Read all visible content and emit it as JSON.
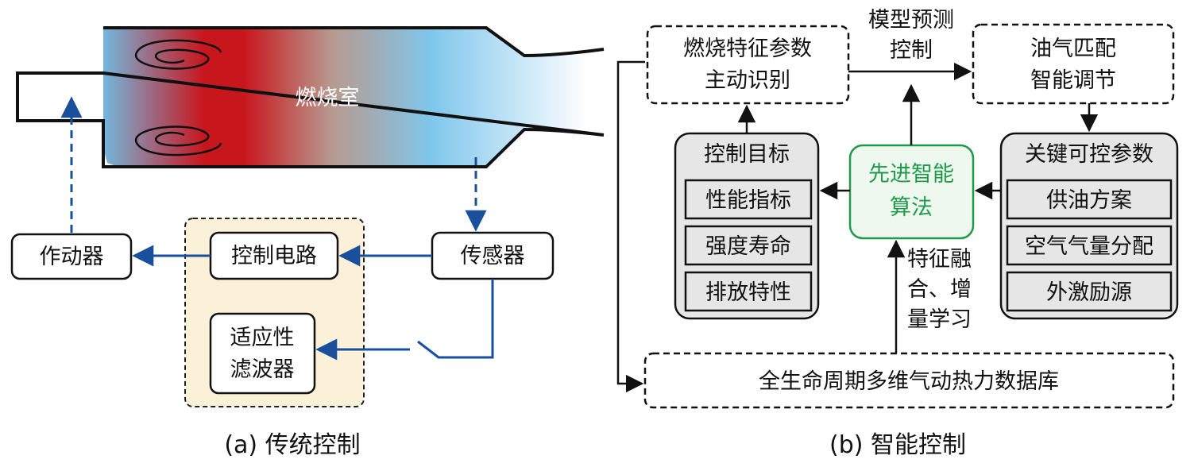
{
  "panel_a": {
    "combustor_label": "燃烧室",
    "actuator": "作动器",
    "control_circuit": "控制电路",
    "sensor": "传感器",
    "adaptive_filter_line1": "适应性",
    "adaptive_filter_line2": "滤波器",
    "caption": "(a) 传统控制"
  },
  "panel_b": {
    "feature_id_line1": "燃烧特征参数",
    "feature_id_line2": "主动识别",
    "model_pred_line1": "模型预测",
    "model_pred_line2": "控制",
    "oil_gas_line1": "油气匹配",
    "oil_gas_line2": "智能调节",
    "control_target": {
      "title": "控制目标",
      "items": [
        "性能指标",
        "强度寿命",
        "排放特性"
      ]
    },
    "algorithm_line1": "先进智能",
    "algorithm_line2": "算法",
    "key_params": {
      "title": "关键可控参数",
      "items": [
        "供油方案",
        "空气气量分配",
        "外激励源"
      ]
    },
    "fusion_line1": "特征融",
    "fusion_line2": "合、增",
    "fusion_line3": "量学习",
    "database": "全生命周期多维气动热力数据库",
    "caption": "(b) 智能控制"
  },
  "colors": {
    "arrow_blue": "#1a4f9c",
    "algorithm_green": "#1f9a4a",
    "algorithm_fill": "#eef8ee",
    "filter_bg": "#fbf0d8",
    "box_gray": "#e6e6e6",
    "flame_red": "#c8161d",
    "flame_blue": "#6ec2ea"
  }
}
